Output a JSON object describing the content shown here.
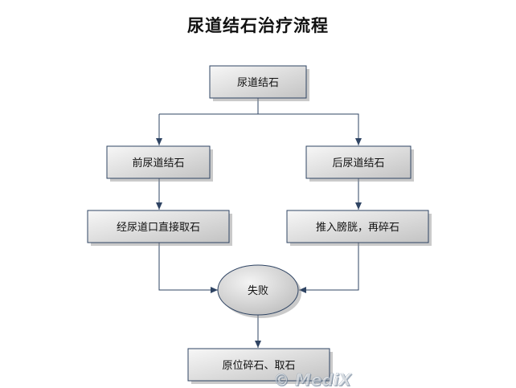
{
  "title": "尿道结石治疗流程",
  "nodes": {
    "start": "尿道结石",
    "anterior": "前尿道结石",
    "posterior": "后尿道结石",
    "direct_removal": "经尿道口直接取石",
    "push_bladder": "推入膀胱，再碎石",
    "failure": "失败",
    "in_situ": "原位碎石、取石"
  },
  "watermark": "© MediX",
  "colors": {
    "box_top": "#f4f4f4",
    "box_bottom": "#c6c6c6",
    "border": "#2f4463",
    "arrow": "#2f4463",
    "shadow": "#8a8a8a"
  }
}
